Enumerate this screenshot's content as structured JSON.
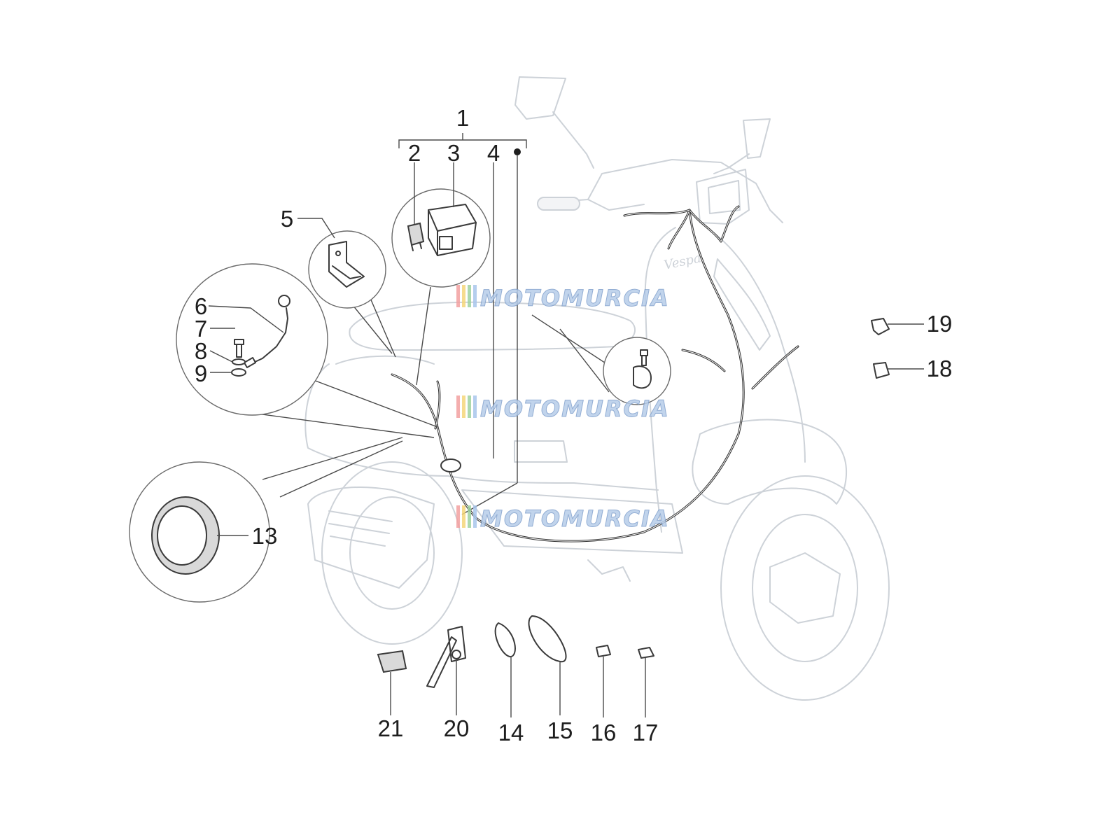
{
  "callouts": [
    {
      "id": "1",
      "label": "1"
    },
    {
      "id": "2",
      "label": "2"
    },
    {
      "id": "3",
      "label": "3"
    },
    {
      "id": "4",
      "label": "4"
    },
    {
      "id": "5",
      "label": "5"
    },
    {
      "id": "6",
      "label": "6"
    },
    {
      "id": "7",
      "label": "7"
    },
    {
      "id": "8",
      "label": "8"
    },
    {
      "id": "9",
      "label": "9"
    },
    {
      "id": "13",
      "label": "13"
    },
    {
      "id": "14",
      "label": "14"
    },
    {
      "id": "15",
      "label": "15"
    },
    {
      "id": "16",
      "label": "16"
    },
    {
      "id": "17",
      "label": "17"
    },
    {
      "id": "18",
      "label": "18"
    },
    {
      "id": "19",
      "label": "19"
    },
    {
      "id": "20",
      "label": "20"
    },
    {
      "id": "21",
      "label": "21"
    }
  ],
  "scooter_logo": "Vespa",
  "watermark": {
    "text": "MOTOMURCIA",
    "colors": [
      "#f3a0a0",
      "#f5d77a",
      "#9fd39f",
      "#a9c6ec"
    ]
  },
  "colors": {
    "ghost_line": "#cdd2d8",
    "part_line": "#3a3a3a",
    "watermark_fill": "#b7cde9"
  }
}
